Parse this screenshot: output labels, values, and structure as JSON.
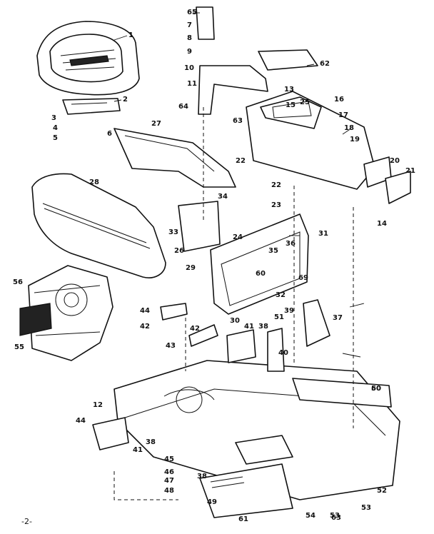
{
  "diagram": {
    "page_number": "-2-",
    "callouts": [
      "1",
      "2",
      "3",
      "4",
      "5",
      "6",
      "7",
      "8",
      "9",
      "10",
      "11",
      "12",
      "13",
      "14",
      "15",
      "16",
      "17",
      "18",
      "19",
      "20",
      "21",
      "22",
      "23",
      "24",
      "25",
      "26",
      "27",
      "28",
      "29",
      "30",
      "31",
      "32",
      "33",
      "34",
      "35",
      "36",
      "37",
      "38",
      "39",
      "40",
      "41",
      "42",
      "43",
      "44",
      "45",
      "46",
      "47",
      "48",
      "49",
      "50",
      "51",
      "52",
      "53",
      "54",
      "55",
      "56",
      "60",
      "61",
      "62",
      "63",
      "64",
      "65",
      "69"
    ]
  }
}
